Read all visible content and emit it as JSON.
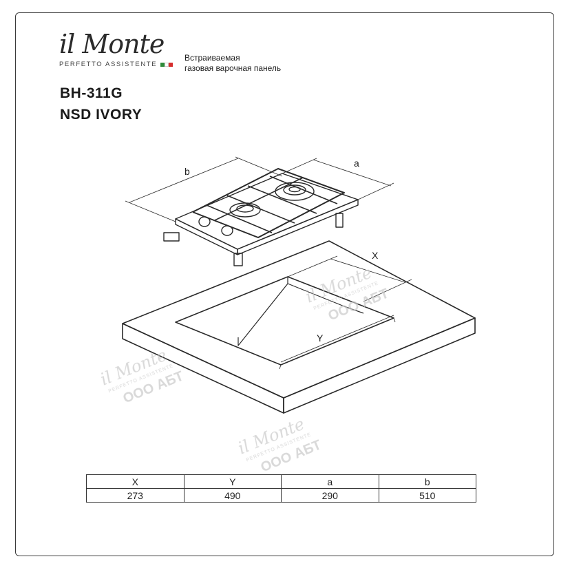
{
  "brand": {
    "logo": "il Monte",
    "tagline": "PERFETTO ASSISTENTE",
    "flag_colors": [
      "#2e8b3a",
      "#ffffff",
      "#d62d2d"
    ]
  },
  "product": {
    "description_line1": "Встраиваемая",
    "description_line2": "газовая варочная панель",
    "model_line1": "BH-311G",
    "model_line2": "NSD IVORY"
  },
  "diagram": {
    "label_b": "b",
    "label_a": "a",
    "label_x": "X",
    "label_y": "Y"
  },
  "watermark": {
    "logo": "il Monte",
    "tagline": "PERFETTO ASSISTENTE",
    "company": "ООО АБТ"
  },
  "dimensions_table": {
    "headers": [
      "X",
      "Y",
      "a",
      "b"
    ],
    "values": [
      "273",
      "490",
      "290",
      "510"
    ]
  }
}
